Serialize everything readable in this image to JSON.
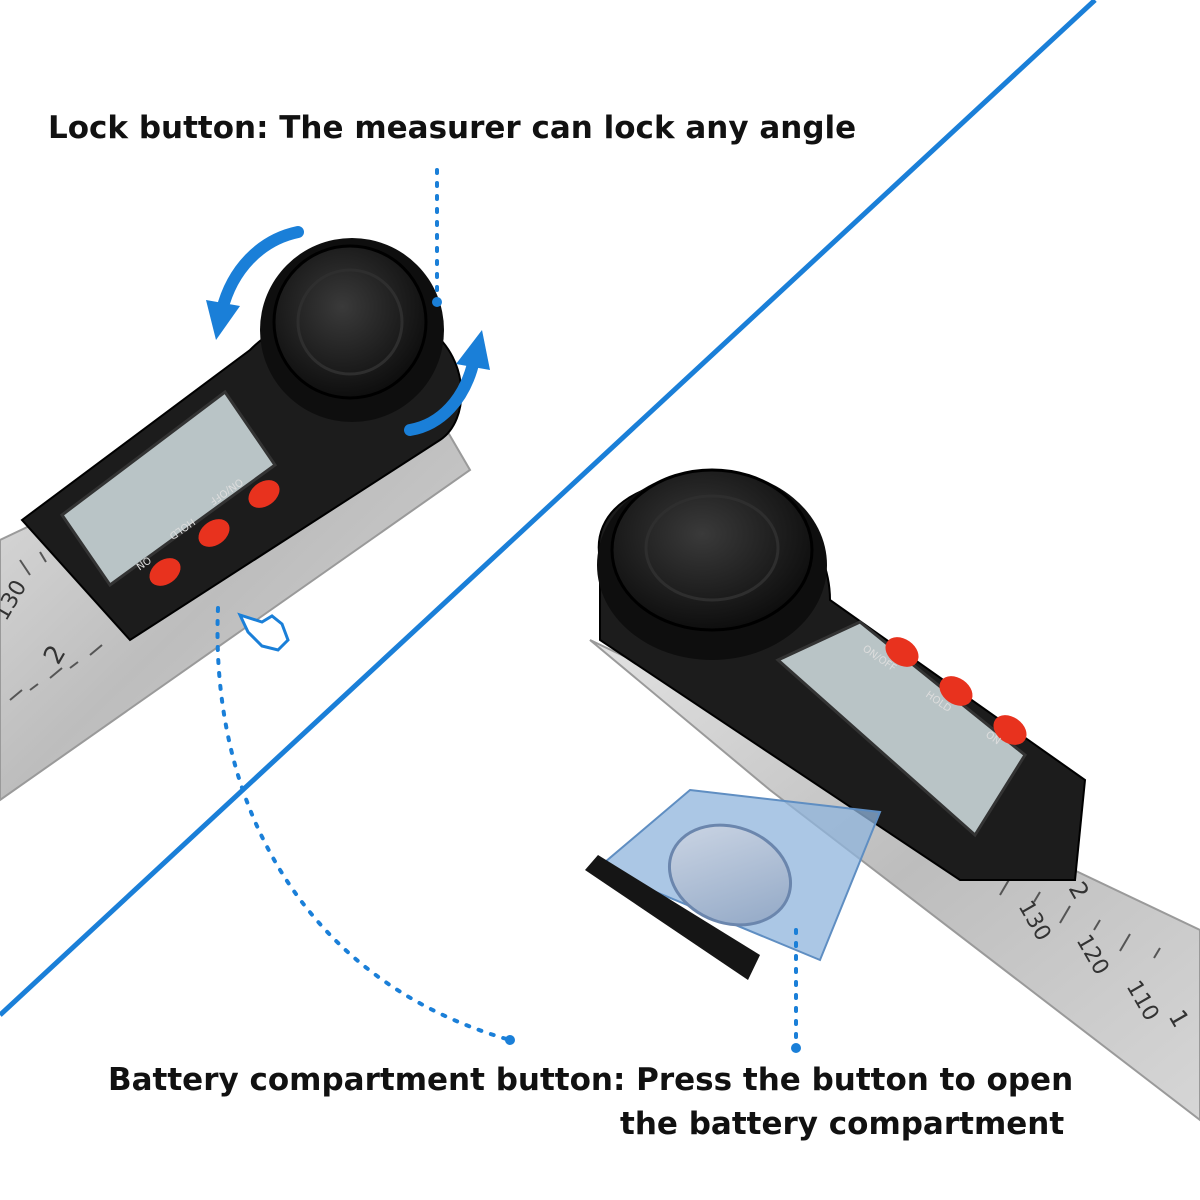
{
  "captions": {
    "lock": "Lock button: The measurer can lock any angle",
    "battery_line1": "Battery compartment button: Press the button to open",
    "battery_line2": "the battery compartment"
  },
  "device_left": {
    "buttons": [
      "ON/OFF",
      "HOLD",
      "ON"
    ],
    "ruler_ticks": [
      "130",
      "2"
    ]
  },
  "device_right": {
    "buttons": [
      "ON/OFF",
      "HOLD",
      "ON"
    ],
    "ruler_ticks": [
      "2",
      "130",
      "120",
      "110",
      "1"
    ]
  },
  "colors": {
    "accent_blue": "#1a7fd8",
    "device_black": "#1c1c1c",
    "button_red": "#e8321e",
    "steel": "#c9c9c9",
    "lcd": "#b9c4c6"
  },
  "icons": [
    "rotate-arrows-icon",
    "pointing-hand-icon",
    "coin-battery-icon"
  ]
}
